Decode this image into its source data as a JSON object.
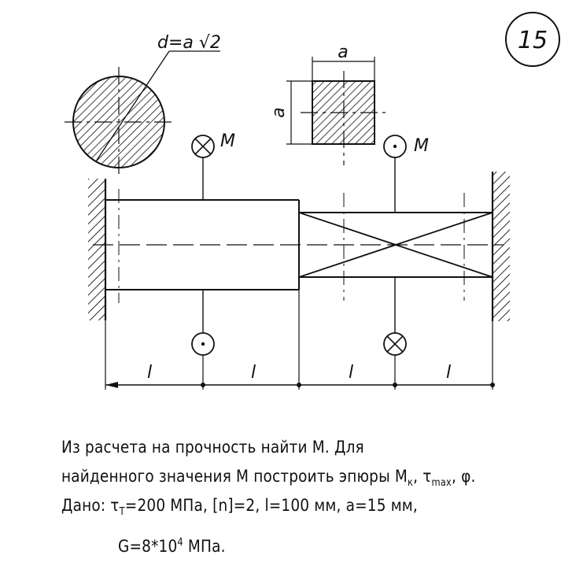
{
  "figure": {
    "problem_number": "15",
    "circle_section_label": "d=a √2",
    "square_side_label_top": "a",
    "square_side_label_left": "a",
    "moment_label_top_left": "M",
    "moment_label_top_right": "M",
    "segment_labels": [
      "l",
      "l",
      "l",
      "l"
    ]
  },
  "task": {
    "line1": "Из расчета на прочность найти М. Для",
    "line2_main": "найденного значения М построить эпюры М",
    "line2_sub": "к",
    "line2_tau": ", τ",
    "line2_tau_sub": "max",
    "line2_end": ", φ.",
    "line3_pre": "Дано: τ",
    "line3_sub": "Т",
    "line3_post": "=200 МПа, [n]=2, l=100 мм, a=15 мм,",
    "line4_pre": "G=8*10",
    "line4_sup": "4",
    "line4_post": " МПа."
  }
}
